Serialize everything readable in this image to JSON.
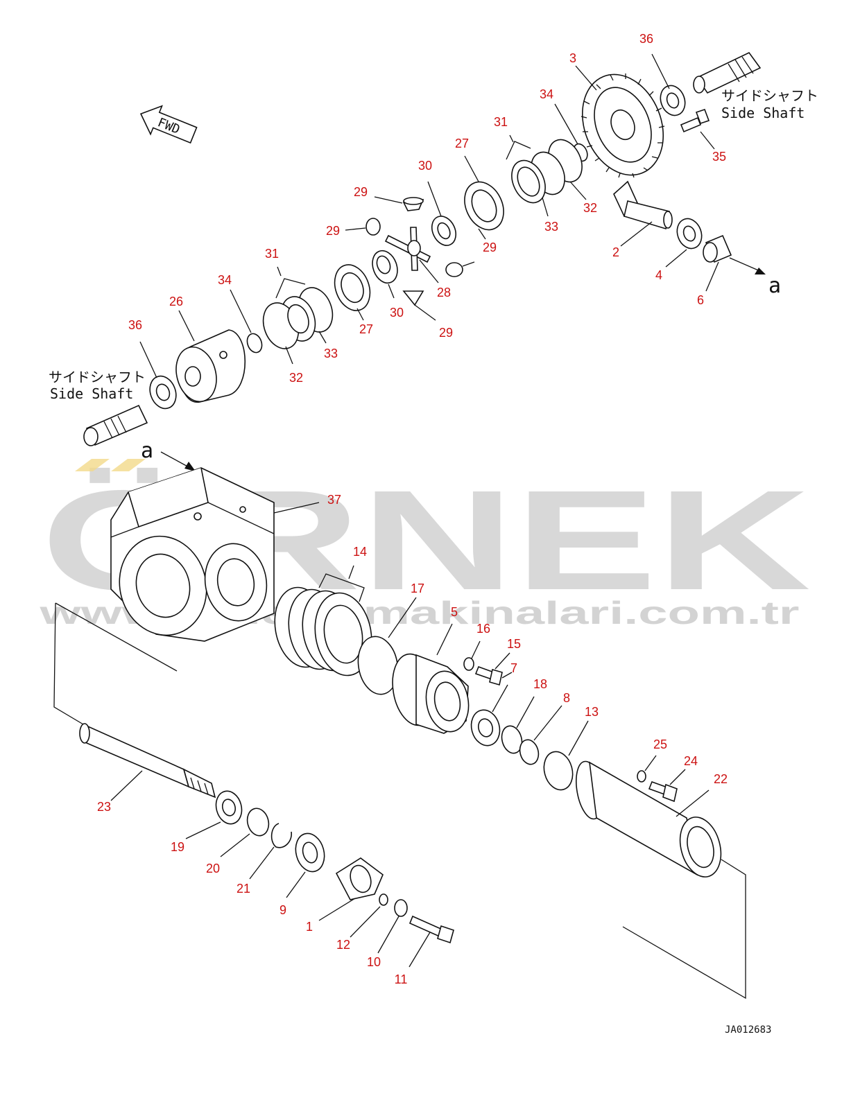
{
  "colors": {
    "callout": "#cc1111",
    "watermark": "#cfcfcf",
    "watermark_accent": "#f2d98a",
    "linework": "#111111"
  },
  "fwd_label": "FWD",
  "side_shaft_jp": "サイドシャフト",
  "side_shaft_en": "Side Shaft",
  "view_marker": "a",
  "watermark": {
    "brand": "ÖRNEK",
    "url": "www.ornekismakinalari.com.tr"
  },
  "drawing_code": "JA012683",
  "callouts": {
    "c1": "1",
    "c2": "2",
    "c3": "3",
    "c4": "4",
    "c5": "5",
    "c6": "6",
    "c7": "7",
    "c8": "8",
    "c9": "9",
    "c10": "10",
    "c11": "11",
    "c12": "12",
    "c13": "13",
    "c14": "14",
    "c15": "15",
    "c16": "16",
    "c17": "17",
    "c18": "18",
    "c19": "19",
    "c20": "20",
    "c21": "21",
    "c22": "22",
    "c23": "23",
    "c24": "24",
    "c25": "25",
    "c26": "26",
    "c27a": "27",
    "c27b": "27",
    "c28": "28",
    "c29a": "29",
    "c29b": "29",
    "c29c": "29",
    "c29d": "29",
    "c30a": "30",
    "c30b": "30",
    "c31a": "31",
    "c31b": "31",
    "c32a": "32",
    "c32b": "32",
    "c33a": "33",
    "c33b": "33",
    "c34a": "34",
    "c34b": "34",
    "c35": "35",
    "c36a": "36",
    "c36b": "36",
    "c37": "37"
  }
}
